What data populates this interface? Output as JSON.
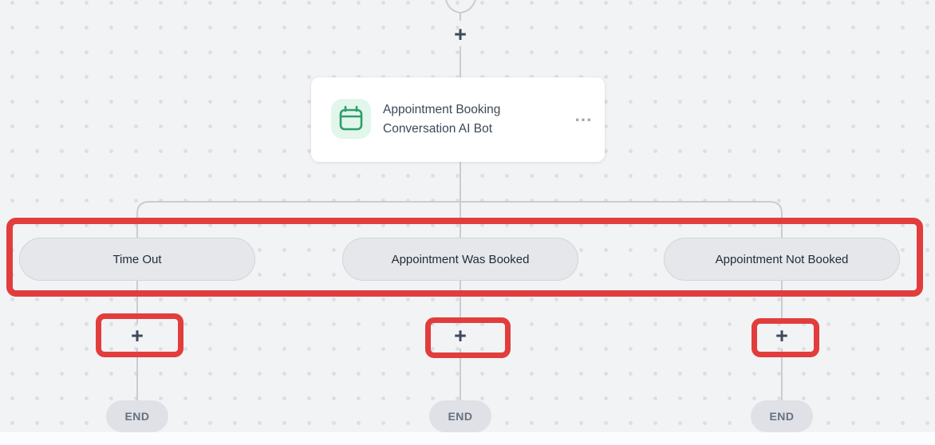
{
  "canvas": {
    "background_color": "#f2f3f5",
    "dot_color": "#dcdee2",
    "connector_color": "#c9ccd1"
  },
  "symbols": {
    "plus": "+",
    "ellipsis": "⋯"
  },
  "node": {
    "title": "Appointment Booking Conversation AI Bot",
    "icon": "calendar-icon",
    "icon_bg": "#e2f6ec",
    "icon_color": "#2f9e68"
  },
  "branches": [
    {
      "label": "Time Out",
      "end_label": "END"
    },
    {
      "label": "Appointment Was Booked",
      "end_label": "END"
    },
    {
      "label": "Appointment Not Booked",
      "end_label": "END"
    }
  ],
  "annotations": {
    "highlight_color": "#e23d3d",
    "highlighted_regions": [
      "branch-labels-row",
      "add-step-button-branch-1",
      "add-step-button-branch-2",
      "add-step-button-branch-3"
    ]
  }
}
